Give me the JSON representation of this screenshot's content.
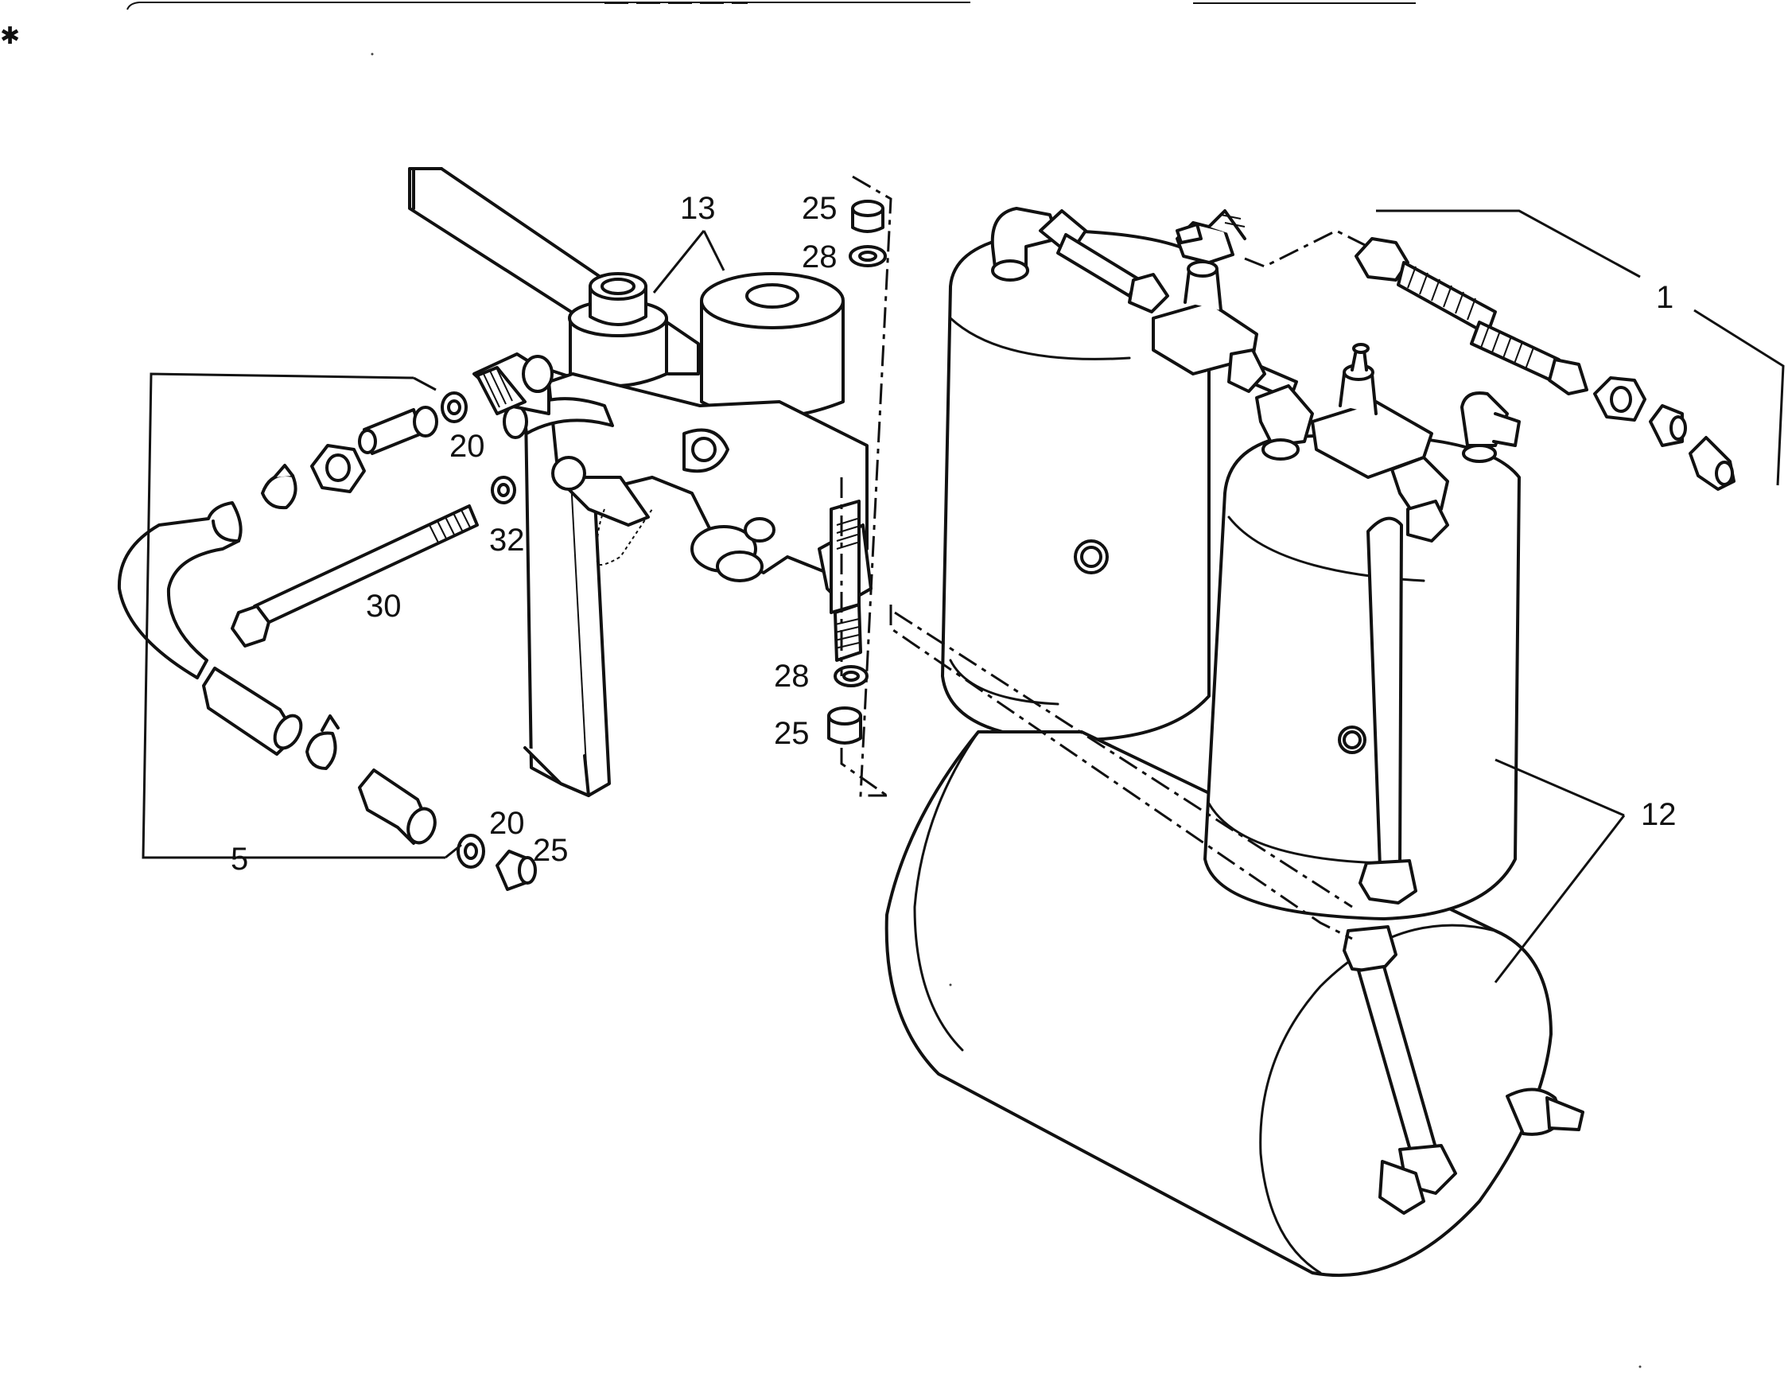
{
  "diagram": {
    "callouts": {
      "c1": "1",
      "c5": "5",
      "c12": "12",
      "c13": "13",
      "c20a": "20",
      "c20b": "20",
      "c25a": "25",
      "c25b": "25",
      "c25c": "25",
      "c28a": "28",
      "c28b": "28",
      "c30": "30",
      "c32": "32"
    }
  }
}
